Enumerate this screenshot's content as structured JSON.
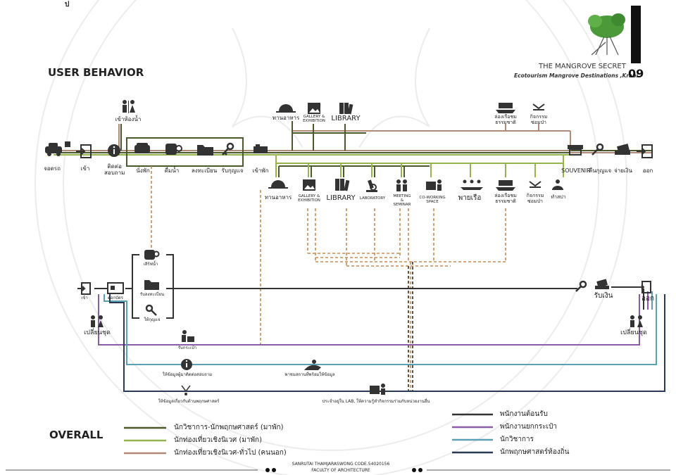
{
  "header": {
    "corner_glyph": "ป",
    "section_title": "USER BEHAVIOR",
    "brand_title": "THE MANGROVE SECRET",
    "brand_subtitle": "Ecotourism Mangrove Destinations ,Krabi",
    "page_number": "09"
  },
  "top_flow": {
    "restroom_label": "เข้าห้องน้ำ",
    "nodes": [
      {
        "label": "จอดรถ",
        "icon": "car-icon"
      },
      {
        "label": "เข้า",
        "icon": "enter-icon"
      },
      {
        "label": "ติดต่อ\nสอบถาม",
        "icon": "info-icon"
      },
      {
        "label": "นั่งพัก",
        "icon": "sofa-icon"
      },
      {
        "label": "ดื่มน้ำ",
        "icon": "cup-icon"
      },
      {
        "label": "ลงทะเบียน",
        "icon": "folder-icon"
      },
      {
        "label": "รับกุญแจ",
        "icon": "key-icon"
      },
      {
        "label": "เข้าพัก",
        "icon": "bed-icon"
      },
      {
        "label": "SOUVENIR",
        "icon": "shop-icon"
      },
      {
        "label": "คืนกุญแจ",
        "icon": "key-icon"
      },
      {
        "label": "จ่ายเงิน",
        "icon": "payment-icon"
      },
      {
        "label": "ออก",
        "icon": "exit-icon"
      }
    ],
    "upper_facilities": [
      {
        "label": "ทานอาหาร",
        "icon": "dining-icon"
      },
      {
        "label": "GALLERY &\nEXHIBITION",
        "icon": "gallery-icon"
      },
      {
        "label": "LIBRARY",
        "icon": "library-icon"
      },
      {
        "label": "ล่องเรือชม\nธรรมชาติ",
        "icon": "boat-icon"
      },
      {
        "label": "กิจกรรม\nซ่อมป่า",
        "icon": "activity-icon"
      }
    ],
    "lower_facilities": [
      {
        "label": "ทานอาหาร",
        "icon": "dining-icon"
      },
      {
        "label": "GALLERY &\nEXHIBITION",
        "icon": "gallery-icon"
      },
      {
        "label": "LIBRARY",
        "icon": "library-icon"
      },
      {
        "label": "LABORATORY",
        "icon": "microscope-icon"
      },
      {
        "label": "MEETING\n&\nSEMINAR",
        "icon": "meeting-icon"
      },
      {
        "label": "CO-WORKING\nSPACE",
        "icon": "coworking-icon"
      },
      {
        "label": "พายเรือ",
        "icon": "kayak-icon"
      },
      {
        "label": "ล่องเรือชม\nธรรมชาติ",
        "icon": "boat-icon"
      },
      {
        "label": "กิจกรรม\nซ่อมป่า",
        "icon": "activity-icon"
      },
      {
        "label": "ทำสปา",
        "icon": "spa-icon"
      }
    ]
  },
  "staff_flow": {
    "enter_label": "เข้า",
    "lockin_label": "ตอกบัตร",
    "change_label": "เปลี่ยนชุด",
    "exit_label": "ออก",
    "receive_pay_label": "รับเงิน",
    "change_label_right": "เปลี่ยนชุด",
    "service_items": [
      {
        "label": "เสิร์ฟน้ำ",
        "icon": "cup-icon"
      },
      {
        "label": "รับลงทะเบียน",
        "icon": "folder-icon"
      },
      {
        "label": "ให้กุญแจ",
        "icon": "key-icon"
      }
    ],
    "luggage_label": "รับกระเป๋า",
    "info_label": "ให้ข้อมูลผู้มาติดต่อสอบถาม",
    "guide_label": "พาชมสถานที่พร้อมให้ข้อมูล",
    "research_label": "ให้ข้อมูลเกี่ยวกับด้านพฤกษศาสตร์",
    "lab_label": "ประจำอยู่ใน LAB, ให้ความรู้ทำกิจกรรมร่วมกับหน่วยงานอื่น"
  },
  "legend": {
    "title": "OVERALL",
    "left": [
      {
        "label": "นักวิชาการ-นักพฤกษศาสตร์ (มาพัก)",
        "color": "#4b5a2a"
      },
      {
        "label": "นักท่องเที่ยวเชิงนิเวศ (มาพัก)",
        "color": "#93b54b"
      },
      {
        "label": "นักท่องเที่ยวเชิงนิเวศ-ทั่วไป (คนนอก)",
        "color": "#b08a78"
      }
    ],
    "right": [
      {
        "label": "พนักงานต้อนรับ",
        "color": "#333333"
      },
      {
        "label": "พนักงานยกกระเป๋า",
        "color": "#8b5ca8"
      },
      {
        "label": "นักวิชาการ",
        "color": "#5ba1b5"
      },
      {
        "label": "นักพฤกษศาสตร์ท้องถิ่น",
        "color": "#2a3a55"
      }
    ],
    "dashed_color": "#c68a50"
  },
  "footer": {
    "line1": "SANRUTAI THAMJARASWONG CODE.54020156",
    "line2": "FACULTY OF ARCHITECTURE"
  }
}
